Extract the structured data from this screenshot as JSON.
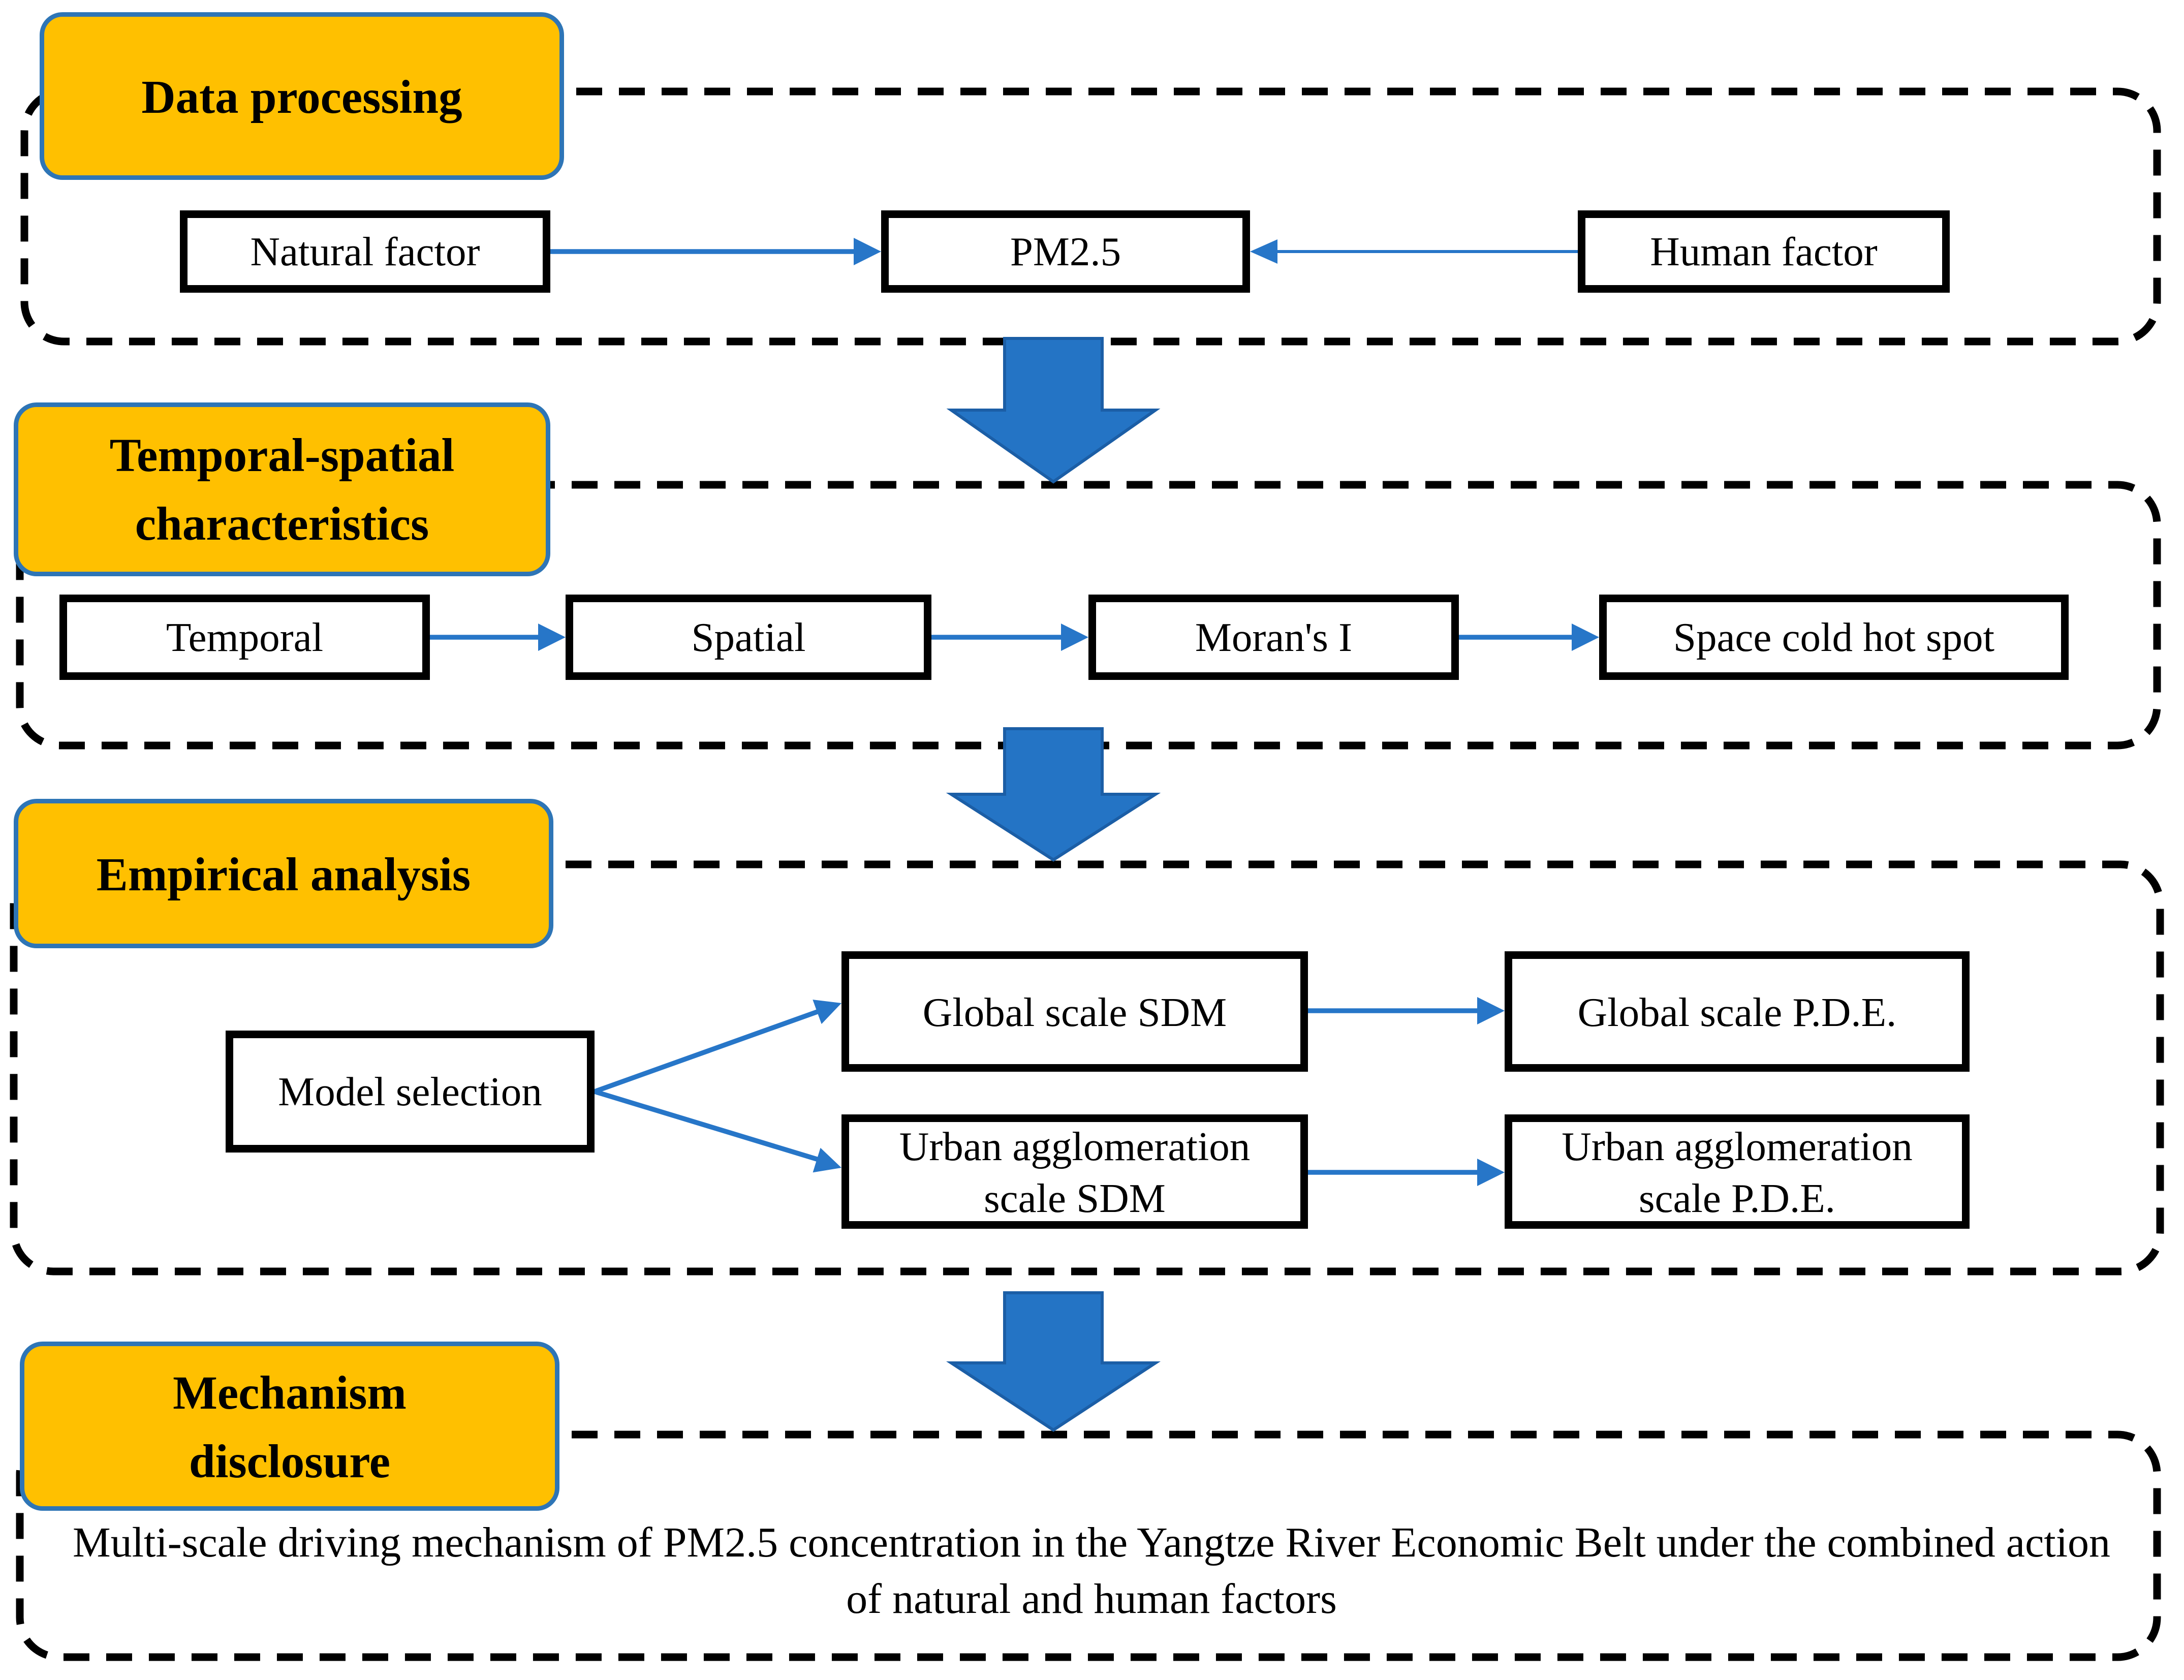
{
  "figure_type": "research-framework-flowchart",
  "colors": {
    "stage_header_fill": "#FFC000",
    "stage_header_border": "#2E75B6",
    "process_box_border": "#000000",
    "dashed_container_border": "#000000",
    "connector_blue": "#2776C8",
    "big_arrow_fill": "#2474C5",
    "big_arrow_border": "#1B5EA6",
    "background": "#FFFFFF",
    "text": "#000000"
  },
  "sections": [
    {
      "id": "data-processing",
      "title": "Data processing",
      "boxes": {
        "natural": "Natural factor",
        "pm25": "PM2.5",
        "human": "Human factor"
      }
    },
    {
      "id": "temporal-spatial-characteristics",
      "title_line1": "Temporal-spatial",
      "title_line2": "characteristics",
      "boxes": {
        "temporal": "Temporal",
        "spatial": "Spatial",
        "morans_i": "Moran's I",
        "space_cold_hot_spot": "Space cold hot spot"
      }
    },
    {
      "id": "empirical-analysis",
      "title": "Empirical analysis",
      "boxes": {
        "model_selection": "Model selection",
        "global_sdm": "Global scale SDM",
        "global_pde": "Global scale P.D.E.",
        "urban_sdm_line1": "Urban agglomeration",
        "urban_sdm_line2": "scale SDM",
        "urban_pde_line1": "Urban agglomeration",
        "urban_pde_line2": "scale P.D.E."
      }
    },
    {
      "id": "mechanism-disclosure",
      "title_line1": "Mechanism",
      "title_line2": "disclosure",
      "conclusion_line1": "Multi-scale driving mechanism of PM2.5 concentration in the Yangtze River Economic Belt under the combined action",
      "conclusion_line2": "of natural and human factors"
    }
  ]
}
